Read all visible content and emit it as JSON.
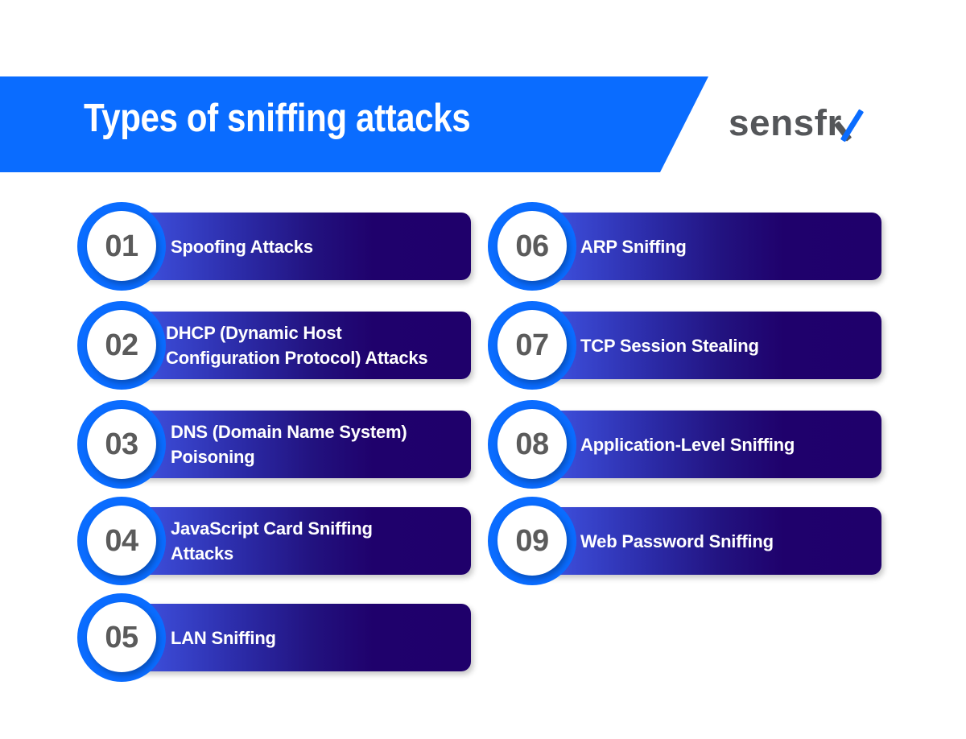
{
  "header": {
    "title": "Types of sniffing attacks",
    "brand": {
      "text": "sensfr",
      "mark": "x-mark-icon"
    },
    "colors": {
      "banner": "#0a6cff",
      "brand_grey": "#545659",
      "brand_accent": "#0a6cff"
    }
  },
  "items": [
    {
      "number": "01",
      "lines": [
        "Spoofing Attacks"
      ]
    },
    {
      "number": "02",
      "lines": [
        "DHCP (Dynamic Host",
        "Configuration Protocol) Attacks"
      ]
    },
    {
      "number": "03",
      "lines": [
        "DNS (Domain Name System)",
        "Poisoning"
      ]
    },
    {
      "number": "04",
      "lines": [
        "JavaScript Card Sniffing",
        "Attacks"
      ]
    },
    {
      "number": "05",
      "lines": [
        "LAN Sniffing"
      ]
    },
    {
      "number": "06",
      "lines": [
        "ARP Sniffing"
      ]
    },
    {
      "number": "07",
      "lines": [
        "TCP Session Stealing"
      ]
    },
    {
      "number": "08",
      "lines": [
        "Application-Level Sniffing"
      ]
    },
    {
      "number": "09",
      "lines": [
        "Web Password Sniffing"
      ]
    }
  ],
  "colors": {
    "ring": "#0a6cff",
    "card_gradient_start": "#4262e8",
    "card_gradient_end": "#1f006b",
    "number_text": "#5b5b5b",
    "label_text": "#ffffff"
  }
}
